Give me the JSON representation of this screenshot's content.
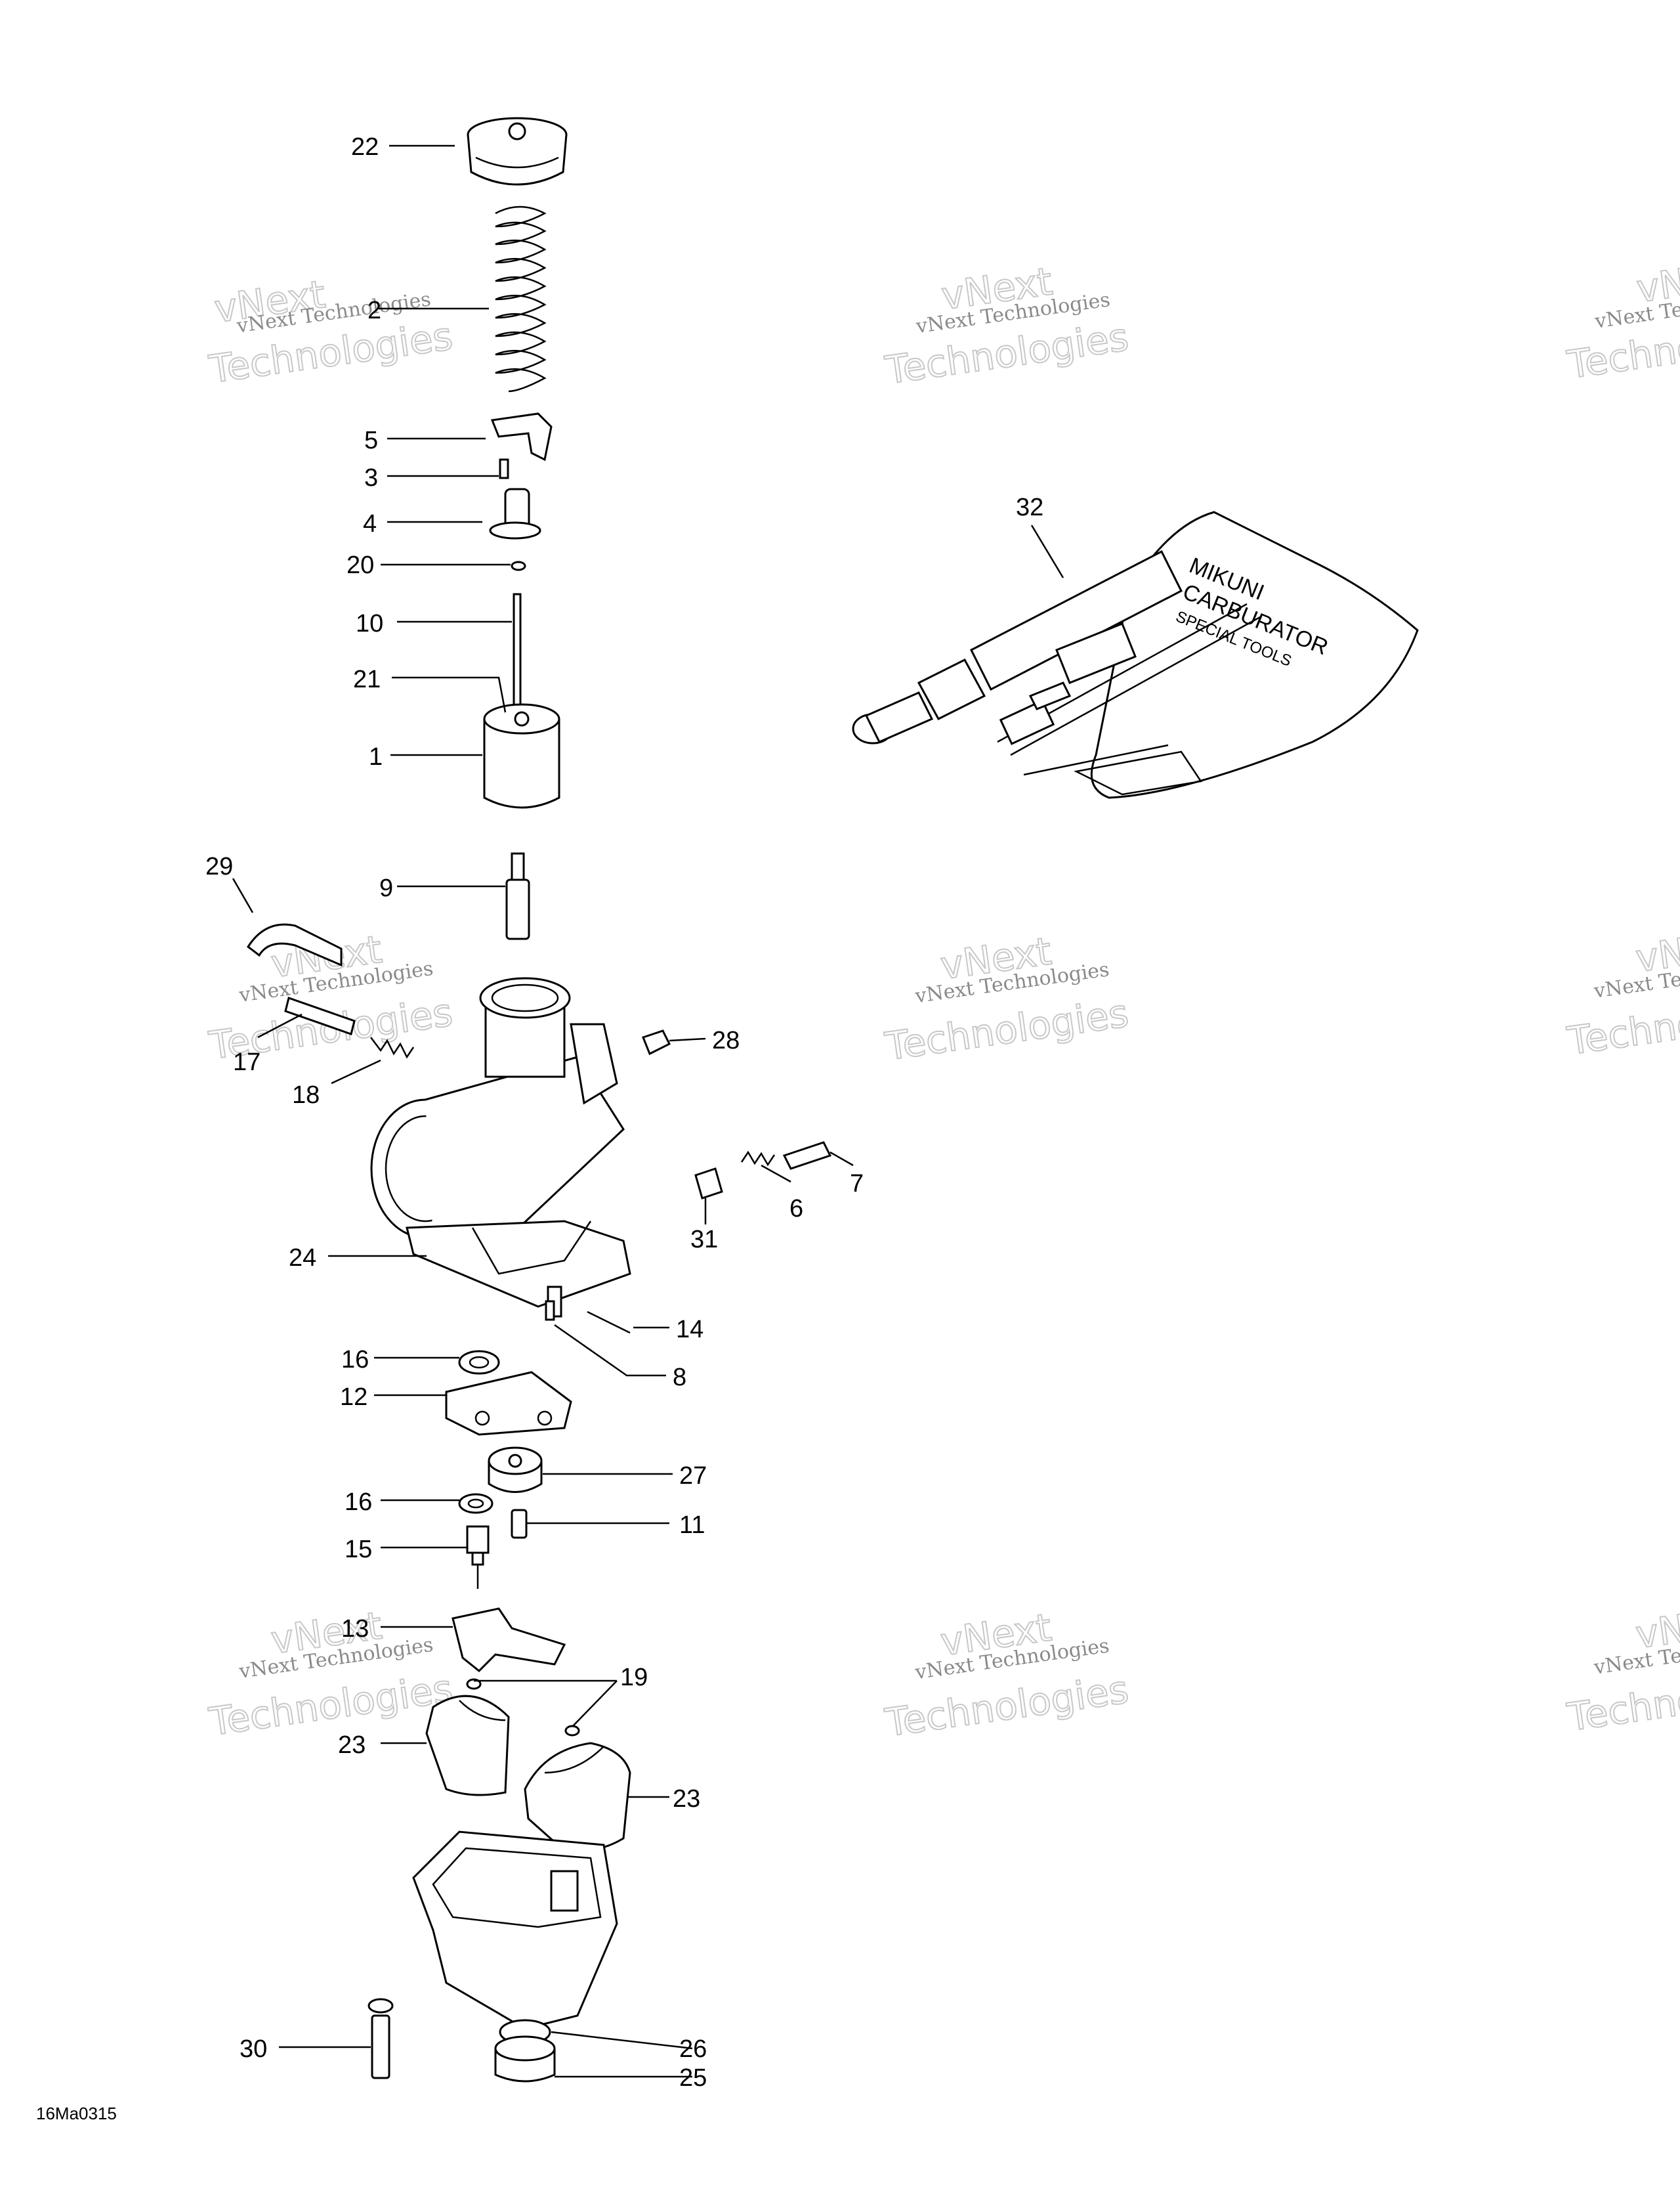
{
  "diagram": {
    "drawing_code": "16Ma0315",
    "watermark_brand": "vNext",
    "watermark_text": "vNext Technologies",
    "watermark_big": "Technologies",
    "callouts": {
      "c1": "1",
      "c2": "2",
      "c3": "3",
      "c4": "4",
      "c5": "5",
      "c6": "6",
      "c7": "7",
      "c8": "8",
      "c9": "9",
      "c10": "10",
      "c11": "11",
      "c12": "12",
      "c13": "13",
      "c14": "14",
      "c15": "15",
      "c16a": "16",
      "c16b": "16",
      "c17": "17",
      "c18": "18",
      "c19": "19",
      "c20": "20",
      "c21": "21",
      "c22": "22",
      "c23a": "23",
      "c23b": "23",
      "c24": "24",
      "c25": "25",
      "c26": "26",
      "c27": "27",
      "c28": "28",
      "c29": "29",
      "c30": "30",
      "c31": "31",
      "c32": "32"
    },
    "tool_kit_text": {
      "line1": "MIKUNI",
      "line2": "CARBURATOR",
      "line3": "SPECIAL TOOLS"
    }
  }
}
